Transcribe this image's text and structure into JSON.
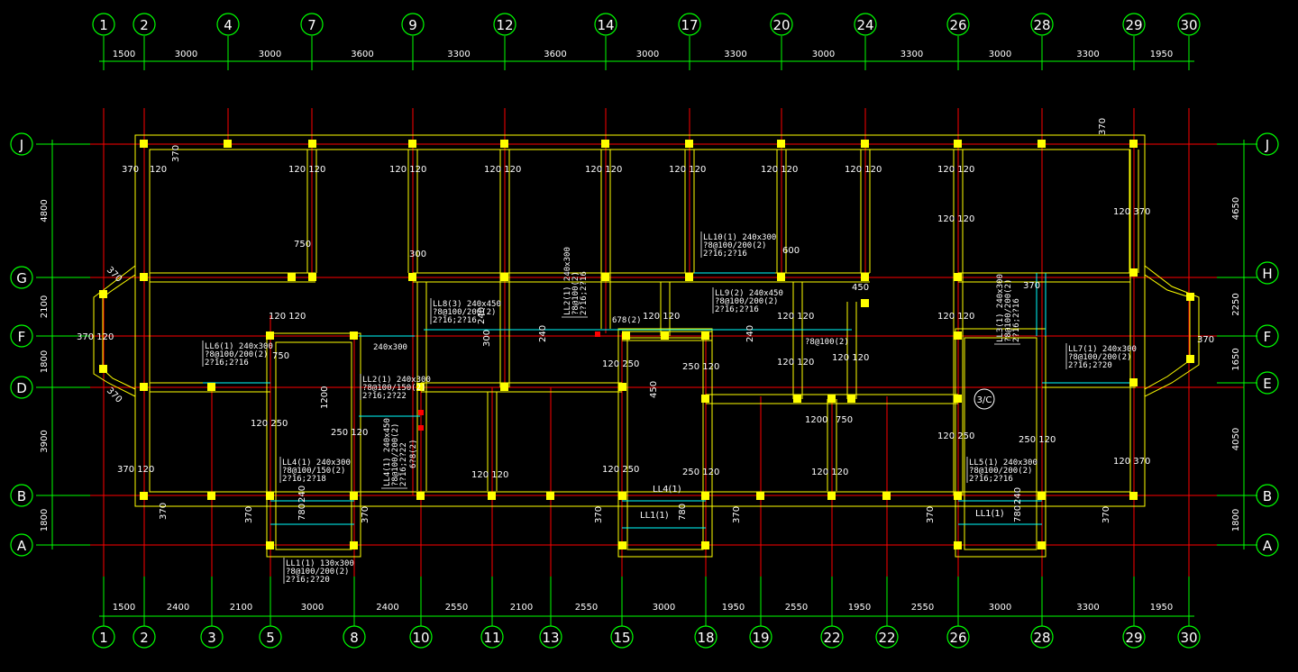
{
  "colors": {
    "background": "#000000",
    "axis": "#ff0000",
    "dimension": "#00ff00",
    "wall": "#ffff00",
    "column": "#ffff00",
    "beam": "#00ffff",
    "text": "#ffffff"
  },
  "axes": {
    "top": [
      "1",
      "2",
      "4",
      "7",
      "9",
      "12",
      "14",
      "17",
      "20",
      "24",
      "26",
      "28",
      "29",
      "30"
    ],
    "bottom": [
      "1",
      "2",
      "3",
      "5",
      "8",
      "10",
      "11",
      "13",
      "15",
      "18",
      "19",
      "22",
      "22",
      "26",
      "28",
      "29",
      "30"
    ],
    "left": [
      "J",
      "G",
      "F",
      "D",
      "B",
      "A"
    ],
    "right": [
      "J",
      "H",
      "F",
      "E",
      "B",
      "A"
    ]
  },
  "dimensions": {
    "top": [
      "1500",
      "3000",
      "3000",
      "3600",
      "3300",
      "3600",
      "3000",
      "3300",
      "3000",
      "3300",
      "3000",
      "3300",
      "1950"
    ],
    "bottom": [
      "1500",
      "2400",
      "2100",
      "3000",
      "2400",
      "2550",
      "2100",
      "2550",
      "3000",
      "1950",
      "2550",
      "1950",
      "2550",
      "3000",
      "3300",
      "1950"
    ],
    "left": [
      "4800",
      "2100",
      "1800",
      "3900",
      "1800"
    ],
    "right": [
      "4650",
      "2250",
      "1650",
      "4050",
      "1800"
    ]
  },
  "beam_labels": [
    {
      "lines": [
        "LL10(1) 240x300",
        "?8@100/200(2)",
        "2?16;2?16"
      ]
    },
    {
      "lines": [
        "LL8(3) 240x450",
        "?8@100/200(2)",
        "2?16;2?16"
      ]
    },
    {
      "lines": [
        "LL2(1) 240x300",
        "?8@100(2)",
        "2?16;2?16"
      ]
    },
    {
      "lines": [
        "LL9(2) 240x450",
        "?8@100/200(2)",
        "2?16;2?16"
      ]
    },
    {
      "lines": [
        "LL3(1) 240x300",
        "?8@100/200(2)",
        "2?16;2?16"
      ]
    },
    {
      "lines": [
        "LL6(1) 240x300",
        "?8@100/200(2)",
        "2?16;2?16"
      ]
    },
    {
      "lines": [
        "LL2(1) 240x300",
        "?8@100/150(2)",
        "2?16;2?22"
      ]
    },
    {
      "lines": [
        "LL7(1) 240x300",
        "?8@100/200(2)",
        "2?16;2?20"
      ]
    },
    {
      "lines": [
        "LL4(1) 240x300",
        "?8@100/150(2)",
        "2?16;2?18"
      ]
    },
    {
      "lines": [
        "LL4(1) 240x450",
        "?8@100/200(2)",
        "2?16;2?22"
      ]
    },
    {
      "lines": [
        "LL5(1) 240x300",
        "?8@100/200(2)",
        "2?16;2?16"
      ]
    },
    {
      "lines": [
        "LL1(1) 130x300",
        "?8@100/200(2)",
        "2?16;2?20"
      ]
    }
  ],
  "small_labels": {
    "d750a": "750",
    "d300": "300",
    "d600": "600",
    "d450a": "450",
    "d750b": "750",
    "d1200a": "1200",
    "d1200b": "1200",
    "d750c": "750",
    "d450b": "450",
    "d240x300": "240x300",
    "d678a": "678(2)",
    "d678b": "6?8(2)",
    "d240a": "240",
    "d240b": "240",
    "d300b": "300",
    "d240c": "240",
    "d780a": "780",
    "d240d": "240",
    "d780b": "780",
    "d780c": "780",
    "d240e": "240",
    "d780d": "?8@100(2)",
    "ll4": "LL4(1)",
    "ll1a": "LL1(1)",
    "ll1b": "LL1(1)",
    "c3c": "3/C"
  },
  "wall_labels": {
    "w370_1": "370",
    "w370_2": "370",
    "w370_3": "370",
    "w370_4": "370",
    "w370_5": "370",
    "w370_6": "370",
    "w370_7": "370",
    "w370_8": "370",
    "w370_9": "370",
    "w370_10": "370",
    "w370_11": "370",
    "w370_12": "370",
    "w370_13": "370",
    "w370_14": "370",
    "w120": "120",
    "w250": "250",
    "w120_120": "120 120",
    "w120_250": "120 250",
    "w250_120": "250 120",
    "w120_370": "120 370",
    "w370_120": "370 120"
  }
}
